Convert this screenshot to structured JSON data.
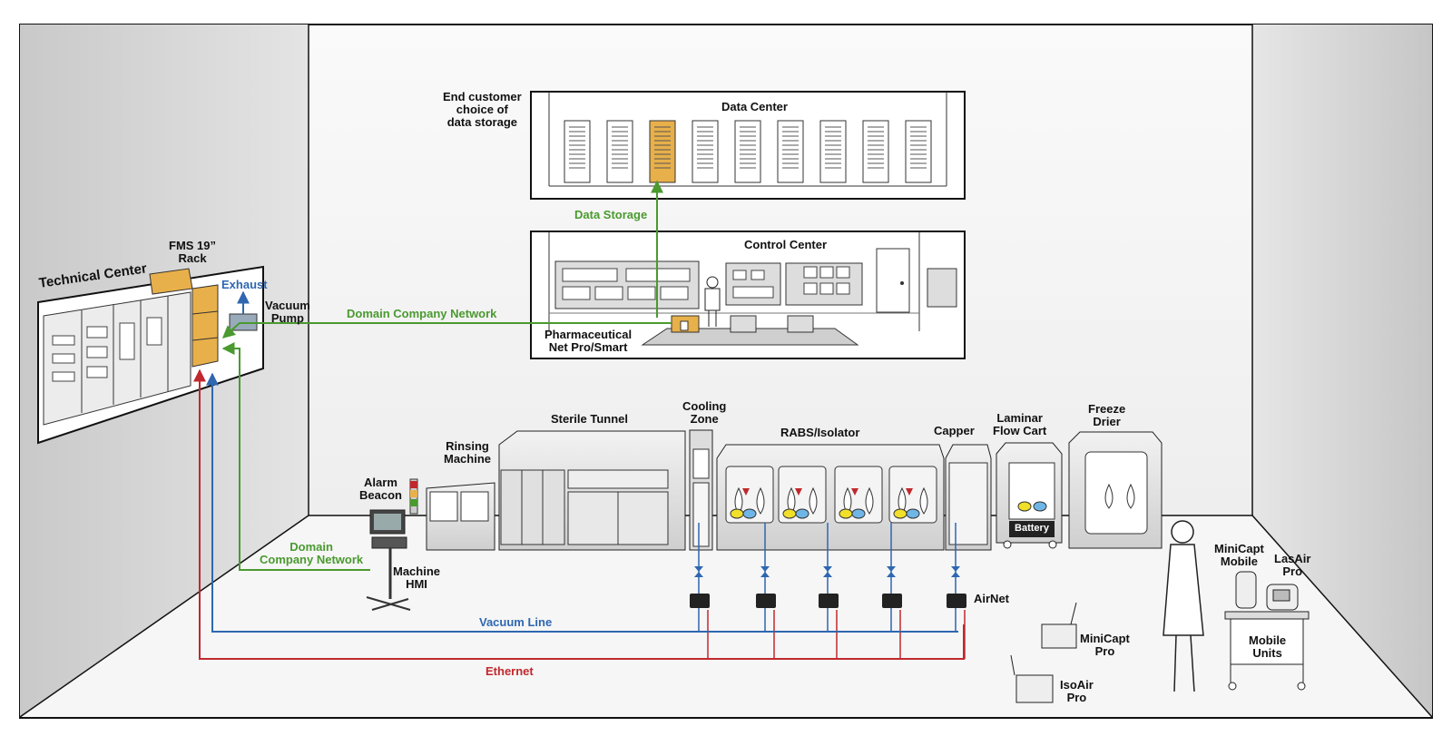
{
  "labels": {
    "end_customer_1": "End customer",
    "end_customer_2": "choice of",
    "end_customer_3": "data storage",
    "data_center": "Data Center",
    "data_storage": "Data Storage",
    "control_center": "Control Center",
    "pharma_1": "Pharmaceutical",
    "pharma_2": "Net Pro/Smart",
    "technical_center": "Technical Center",
    "fms_1": "FMS 19”",
    "fms_2": "Rack",
    "exhaust": "Exhaust",
    "vacuum_pump_1": "Vacuum",
    "vacuum_pump_2": "Pump",
    "domain_network_top": "Domain Company Network",
    "domain_network_1": "Domain",
    "domain_network_2": "Company Network",
    "alarm_beacon_1": "Alarm",
    "alarm_beacon_2": "Beacon",
    "machine_hmi_1": "Machine",
    "machine_hmi_2": "HMI",
    "rinsing_1": "Rinsing",
    "rinsing_2": "Machine",
    "sterile_tunnel": "Sterile Tunnel",
    "cooling_1": "Cooling",
    "cooling_2": "Zone",
    "rabs": "RABS/Isolator",
    "capper": "Capper",
    "laminar_1": "Laminar",
    "laminar_2": "Flow Cart",
    "freeze_1": "Freeze",
    "freeze_2": "Drier",
    "battery": "Battery",
    "airnet": "AirNet",
    "vacuum_line": "Vacuum Line",
    "ethernet": "Ethernet",
    "minicapt_pro_1": "MiniCapt",
    "minicapt_pro_2": "Pro",
    "isoair_1": "IsoAir",
    "isoair_2": "Pro",
    "minicapt_mobile_1": "MiniCapt",
    "minicapt_mobile_2": "Mobile",
    "lasair_1": "LasAir",
    "lasair_2": "Pro",
    "mobile_units_1": "Mobile",
    "mobile_units_2": "Units"
  },
  "colors": {
    "network_green": "#4a9a2f",
    "vacuum_blue": "#2f67b0",
    "ethernet_red": "#c0282d",
    "highlight_orange": "#e8b04a",
    "outline": "#222222",
    "equipment_gray": "#e6e6e6",
    "sensor_yellow": "#f1df2a",
    "sensor_blue": "#6fb6e6"
  }
}
